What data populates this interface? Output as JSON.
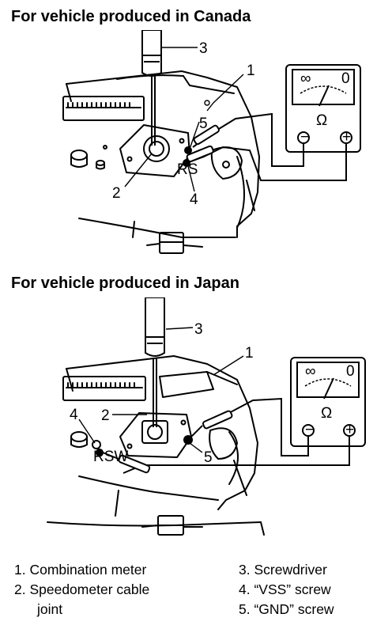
{
  "headings": {
    "canada": "For vehicle produced in Canada",
    "japan": "For vehicle produced in Japan"
  },
  "canada_callouts": {
    "c1": "1",
    "c2": "2",
    "c3": "3",
    "c4": "4",
    "c5": "5",
    "rs": "RS"
  },
  "japan_callouts": {
    "c1": "1",
    "c2": "2",
    "c3": "3",
    "c4": "4",
    "c5": "5",
    "rsw": "RSW"
  },
  "meter": {
    "inf": "∞",
    "zero": "0",
    "ohm": "Ω",
    "minus": "−",
    "plus": "+"
  },
  "legend": {
    "item1": "1. Combination meter",
    "item2": "2. Speedometer cable",
    "item2_cont": "joint",
    "item3": "3. Screwdriver",
    "item4": "4. “VSS” screw",
    "item5": "5. “GND” screw"
  }
}
